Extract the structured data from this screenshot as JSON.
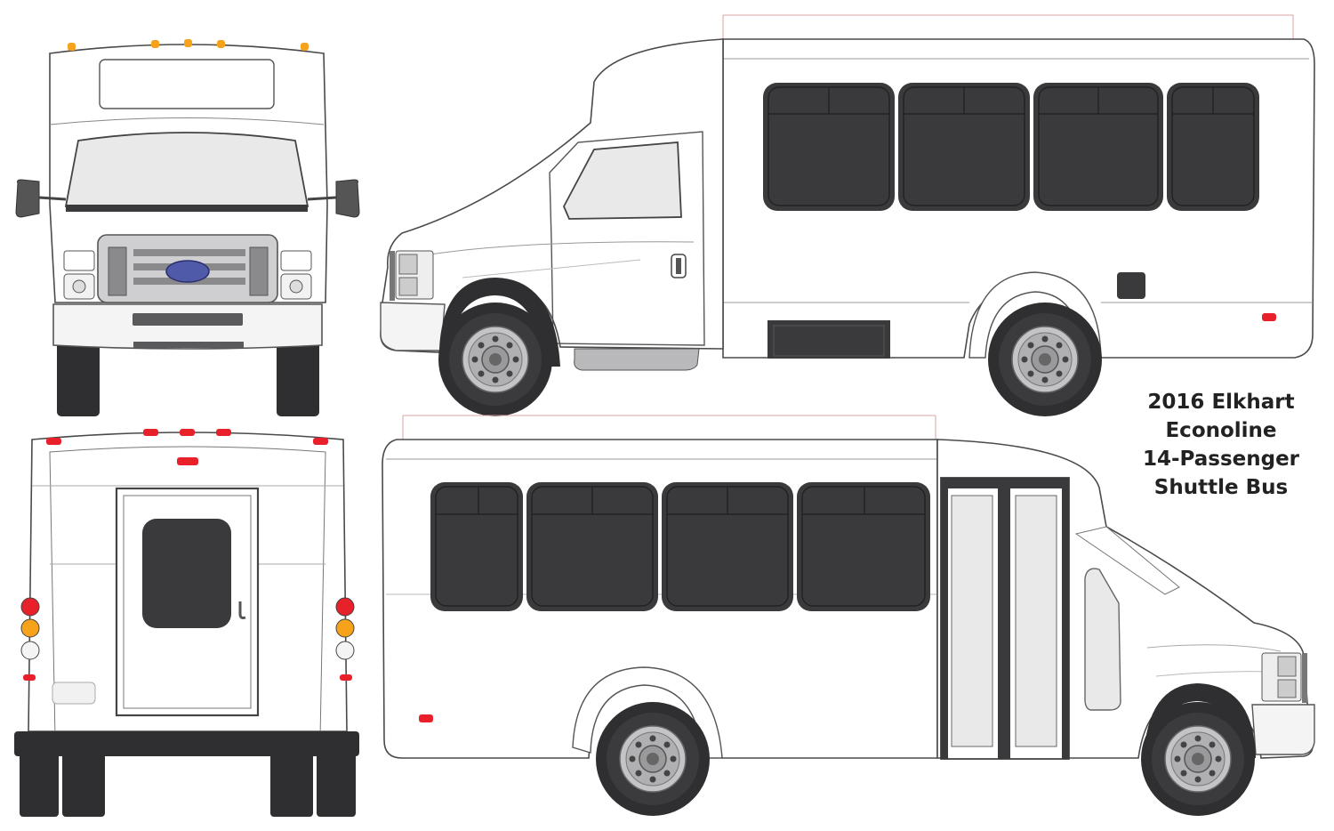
{
  "title_lines": [
    "2016 Elkhart",
    "Econoline",
    "14-Passenger",
    "Shuttle Bus"
  ],
  "views": [
    "front-view",
    "rear-view",
    "right-side-view",
    "left-side-view"
  ],
  "colors": {
    "body_fill": "#ffffff",
    "outline": "#4a4a4a",
    "window_dark": "#3a3a3c",
    "tire": "#2f2f31",
    "wheel_rim": "#b9b9bb",
    "glass": "#e9e9ea",
    "ford_logo": "#4f5aa8",
    "marker_amber": "#f7a21b",
    "marker_red": "#e8202a",
    "trim_line": "#d9a3a3"
  }
}
